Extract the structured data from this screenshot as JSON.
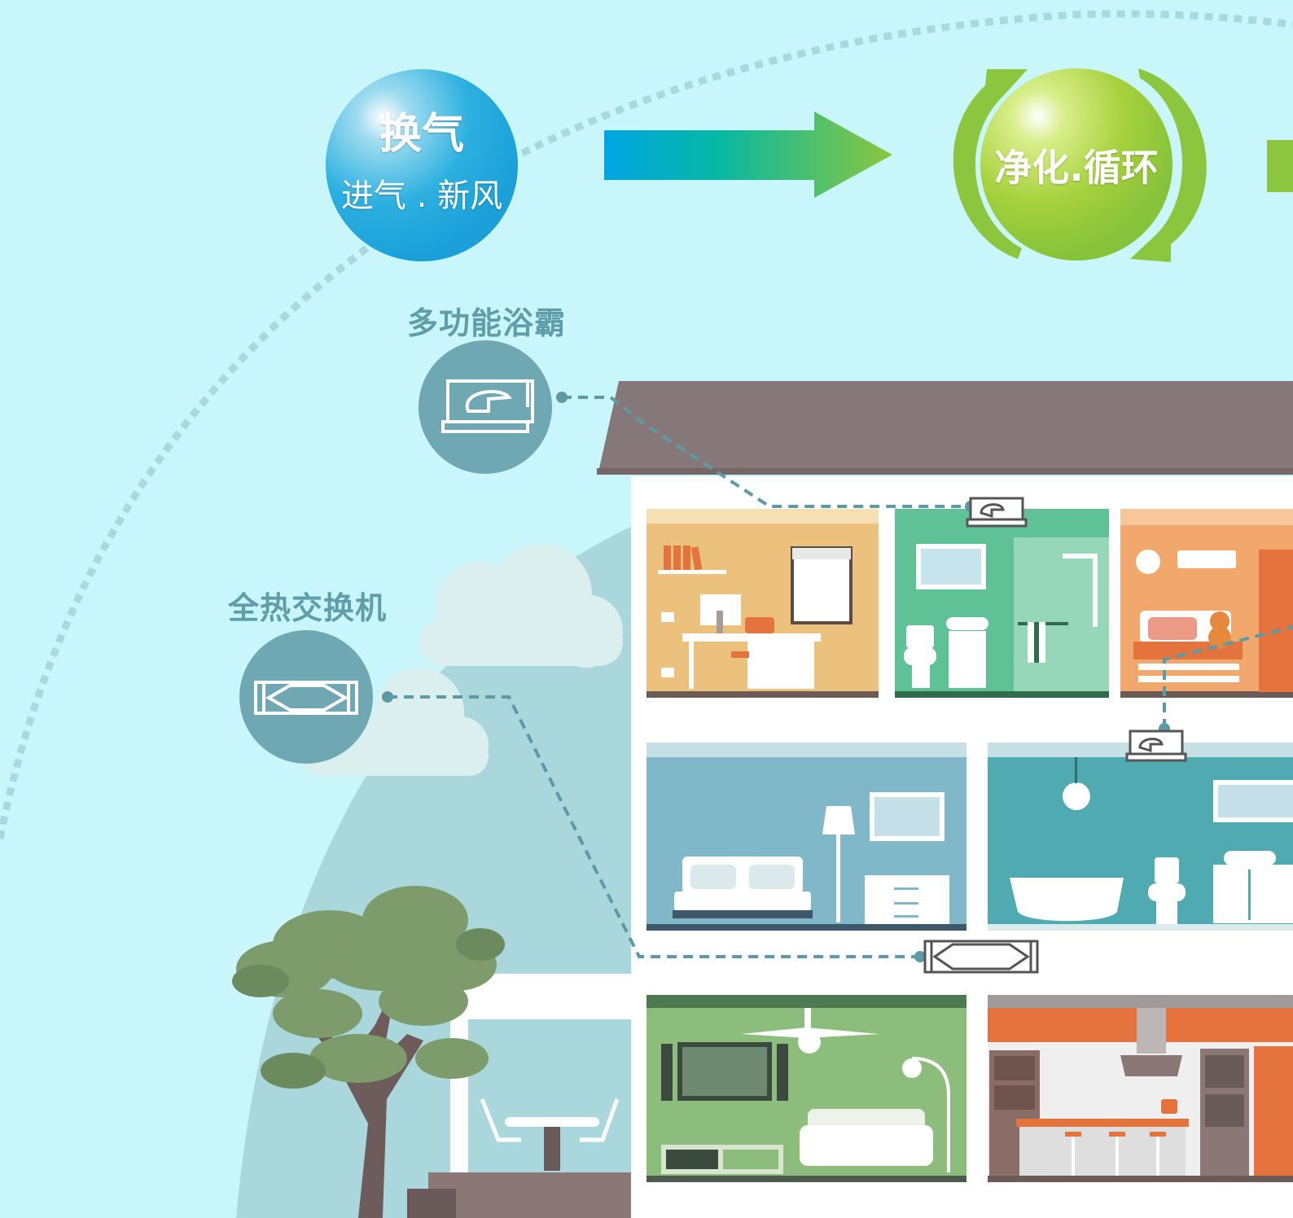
{
  "orbs": {
    "exchange": {
      "title": "换气",
      "subtitle": "进气 . 新风"
    },
    "purify": {
      "title": "净化.循环"
    }
  },
  "devices": {
    "bath_heater": {
      "label": "多功能浴霸",
      "icon": "bath-heater-icon"
    },
    "heat_exchanger": {
      "label": "全热交换机",
      "icon": "heat-exchanger-icon"
    }
  },
  "colors": {
    "background": "#c9f6fb",
    "device_circle": "#6fa8b3",
    "label": "#5f9ea9",
    "orb_blue": "#1fa6de",
    "orb_green": "#8cc63f",
    "roof": "#867879",
    "duct_line": "#5c9aa5"
  }
}
